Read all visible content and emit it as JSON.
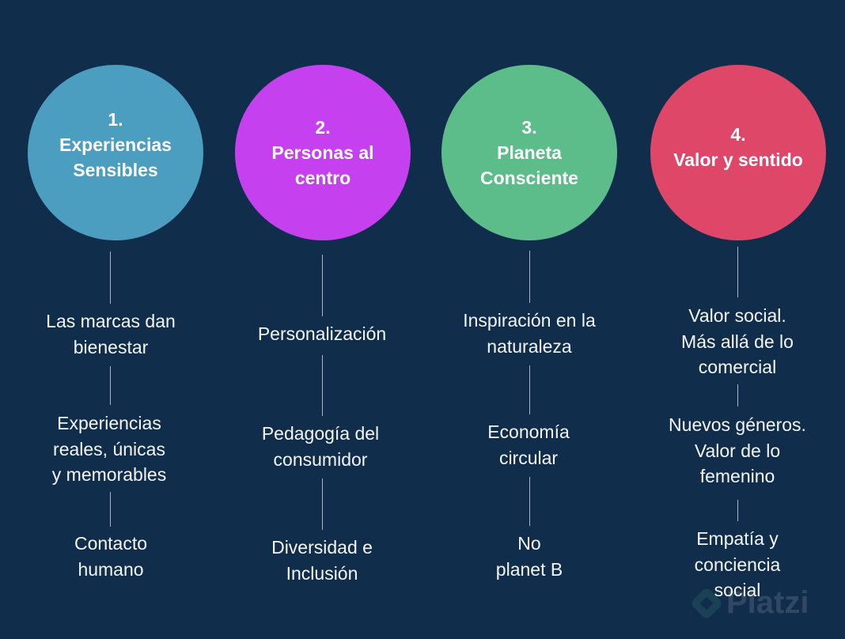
{
  "colors": {
    "background": "#112d4c",
    "pillar_1": "#4b9ebf",
    "pillar_2": "#c541ef",
    "pillar_3": "#5cbd8a",
    "pillar_4": "#de4767",
    "connector": "#a9b6c6"
  },
  "pillars": [
    {
      "number": "1.",
      "title": "Experiencias\nSensibles",
      "items": [
        "Las marcas dan\nbienestar",
        "Experiencias\nreales, únicas\ny memorables",
        "Contacto\nhumano"
      ]
    },
    {
      "number": "2.",
      "title": "Personas al\ncentro",
      "items": [
        "Personalización",
        "Pedagogía del\nconsumidor",
        "Diversidad e\nInclusión"
      ]
    },
    {
      "number": "3.",
      "title": "Planeta\nConsciente",
      "items": [
        "Inspiración en la\nnaturaleza",
        "Economía\ncircular",
        "No\nplanet B"
      ]
    },
    {
      "number": "4.",
      "title": "Valor y sentido",
      "items": [
        "Valor social.\nMás allá de lo\ncomercial",
        "Nuevos géneros.\nValor de lo\nfemenino",
        "Empatía y\nconciencia\nsocial"
      ]
    }
  ],
  "watermark": {
    "text": "Platzi",
    "icon": "platzi-logo-icon"
  }
}
